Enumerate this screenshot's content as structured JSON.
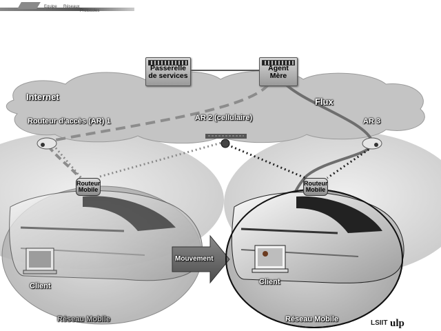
{
  "header": {
    "items": [
      "Equipe",
      "Réseaux",
      "Protocoles"
    ]
  },
  "labels": {
    "internet": "Internet",
    "flux": "Flux",
    "ar1": "Routeur d'accès (AR) 1",
    "ar2": "AR 2 (cellulaire)",
    "ar3": "AR 3",
    "gateway": "Passerelle de services",
    "agent": "Agent Mère",
    "router_mobile": "Routeur Mobile",
    "client": "Client",
    "mobile_network": "Réseau Mobile",
    "movement": "Mouvement"
  },
  "logos": [
    "LSIIT",
    "ulp"
  ],
  "colors": {
    "background": "#ffffff",
    "cloud": "#bdbdbd",
    "stream": "#6e6e6e",
    "dashed": "#9a9a9a",
    "arrow": "#6a6a6a"
  }
}
